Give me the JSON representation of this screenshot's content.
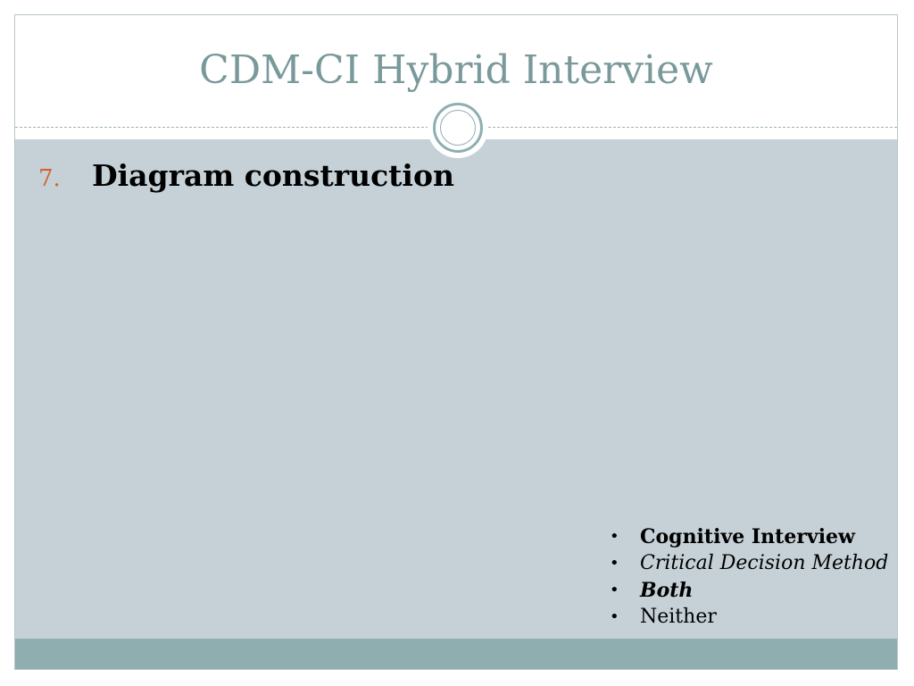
{
  "slide": {
    "title": "CDM-CI Hybrid Interview",
    "item": {
      "number": "7.",
      "heading": "Diagram construction"
    },
    "legend": {
      "bullet": "•",
      "items": [
        {
          "label": "Cognitive Interview",
          "style": "bold"
        },
        {
          "label": "Critical Decision Method",
          "style": "italic"
        },
        {
          "label": "Both",
          "style": "bold-italic"
        },
        {
          "label": "Neither",
          "style": "regular"
        }
      ]
    }
  },
  "colors": {
    "title": "#7a999b",
    "body_background": "#c5d1d7",
    "footer_band": "#8eaeb0",
    "item_number": "#d3612f"
  }
}
